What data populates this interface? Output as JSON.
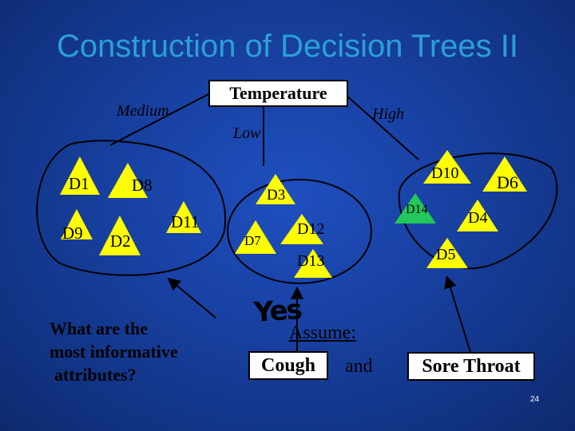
{
  "title": "Construction of Decision Trees II",
  "root": "Temperature",
  "branches": {
    "medium": "Medium",
    "low": "Low",
    "high": "High"
  },
  "nodes": {
    "d1": "D1",
    "d8": "D8",
    "d9": "D9",
    "d2": "D2",
    "d11": "D11",
    "d3": "D3",
    "d7": "D7",
    "d12": "D12",
    "d13": "D13",
    "d10": "D10",
    "d6": "D6",
    "d14": "D14",
    "d4": "D4",
    "d5": "D5"
  },
  "question": [
    "What are the",
    "most informative",
    "attributes?"
  ],
  "yes": "Yes",
  "assume": "Assume:",
  "cough": "Cough",
  "and": "and",
  "sore_throat": "Sore Throat",
  "page_number": "24",
  "colors": {
    "background": "#173f9e",
    "title": "#2aa0d6",
    "triangle": "#ffff00",
    "triangle_green": "#22c85a"
  }
}
